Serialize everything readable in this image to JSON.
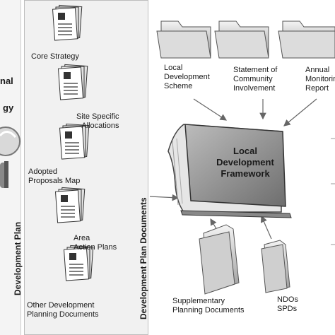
{
  "left_partial": {
    "line1": "nal",
    "line2": "gy"
  },
  "vertical": {
    "development_plan": "Development Plan",
    "development_plan_documents": "Development Plan Documents"
  },
  "documents": [
    {
      "label": "Core Strategy"
    },
    {
      "label": "Site Specific\nAllocations"
    },
    {
      "label": "Adopted\nProposals Map"
    },
    {
      "label": "Area\nAction Plans"
    },
    {
      "label": "Other Development\nPlanning Documents"
    }
  ],
  "folders_top": [
    {
      "label": "Local\nDevelopment\nScheme"
    },
    {
      "label": "Statement of\nCommunity\nInvolvement"
    },
    {
      "label": "Annual\nMonitoring\nReport"
    }
  ],
  "book": {
    "title": "Local\nDevelopment\nFramework"
  },
  "folders_bottom": [
    {
      "label": "Supplementary\nPlanning Documents"
    },
    {
      "label": "NDOs\nSPDs"
    }
  ]
}
